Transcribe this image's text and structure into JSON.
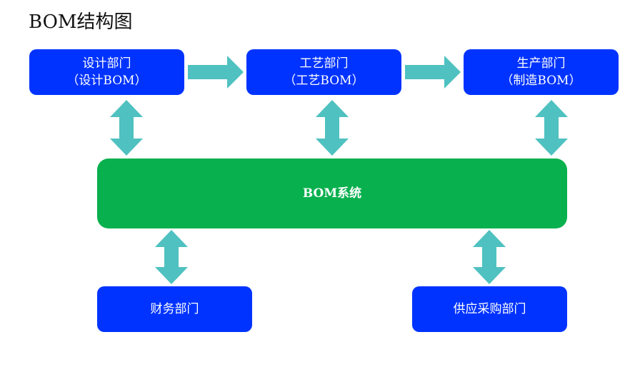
{
  "title": "BOM结构图",
  "colors": {
    "department": "#0033ff",
    "system": "#08b04e",
    "arrow": "#4fc1c0"
  },
  "departments": {
    "design": {
      "name": "设计部门",
      "sub": "（设计BOM）"
    },
    "process": {
      "name": "工艺部门",
      "sub": "（工艺BOM）"
    },
    "production": {
      "name": "生产部门",
      "sub": "（制造BOM）"
    },
    "finance": {
      "name": "财务部门"
    },
    "procurement": {
      "name": "供应采购部门"
    }
  },
  "system": {
    "name": "BOM系统"
  }
}
